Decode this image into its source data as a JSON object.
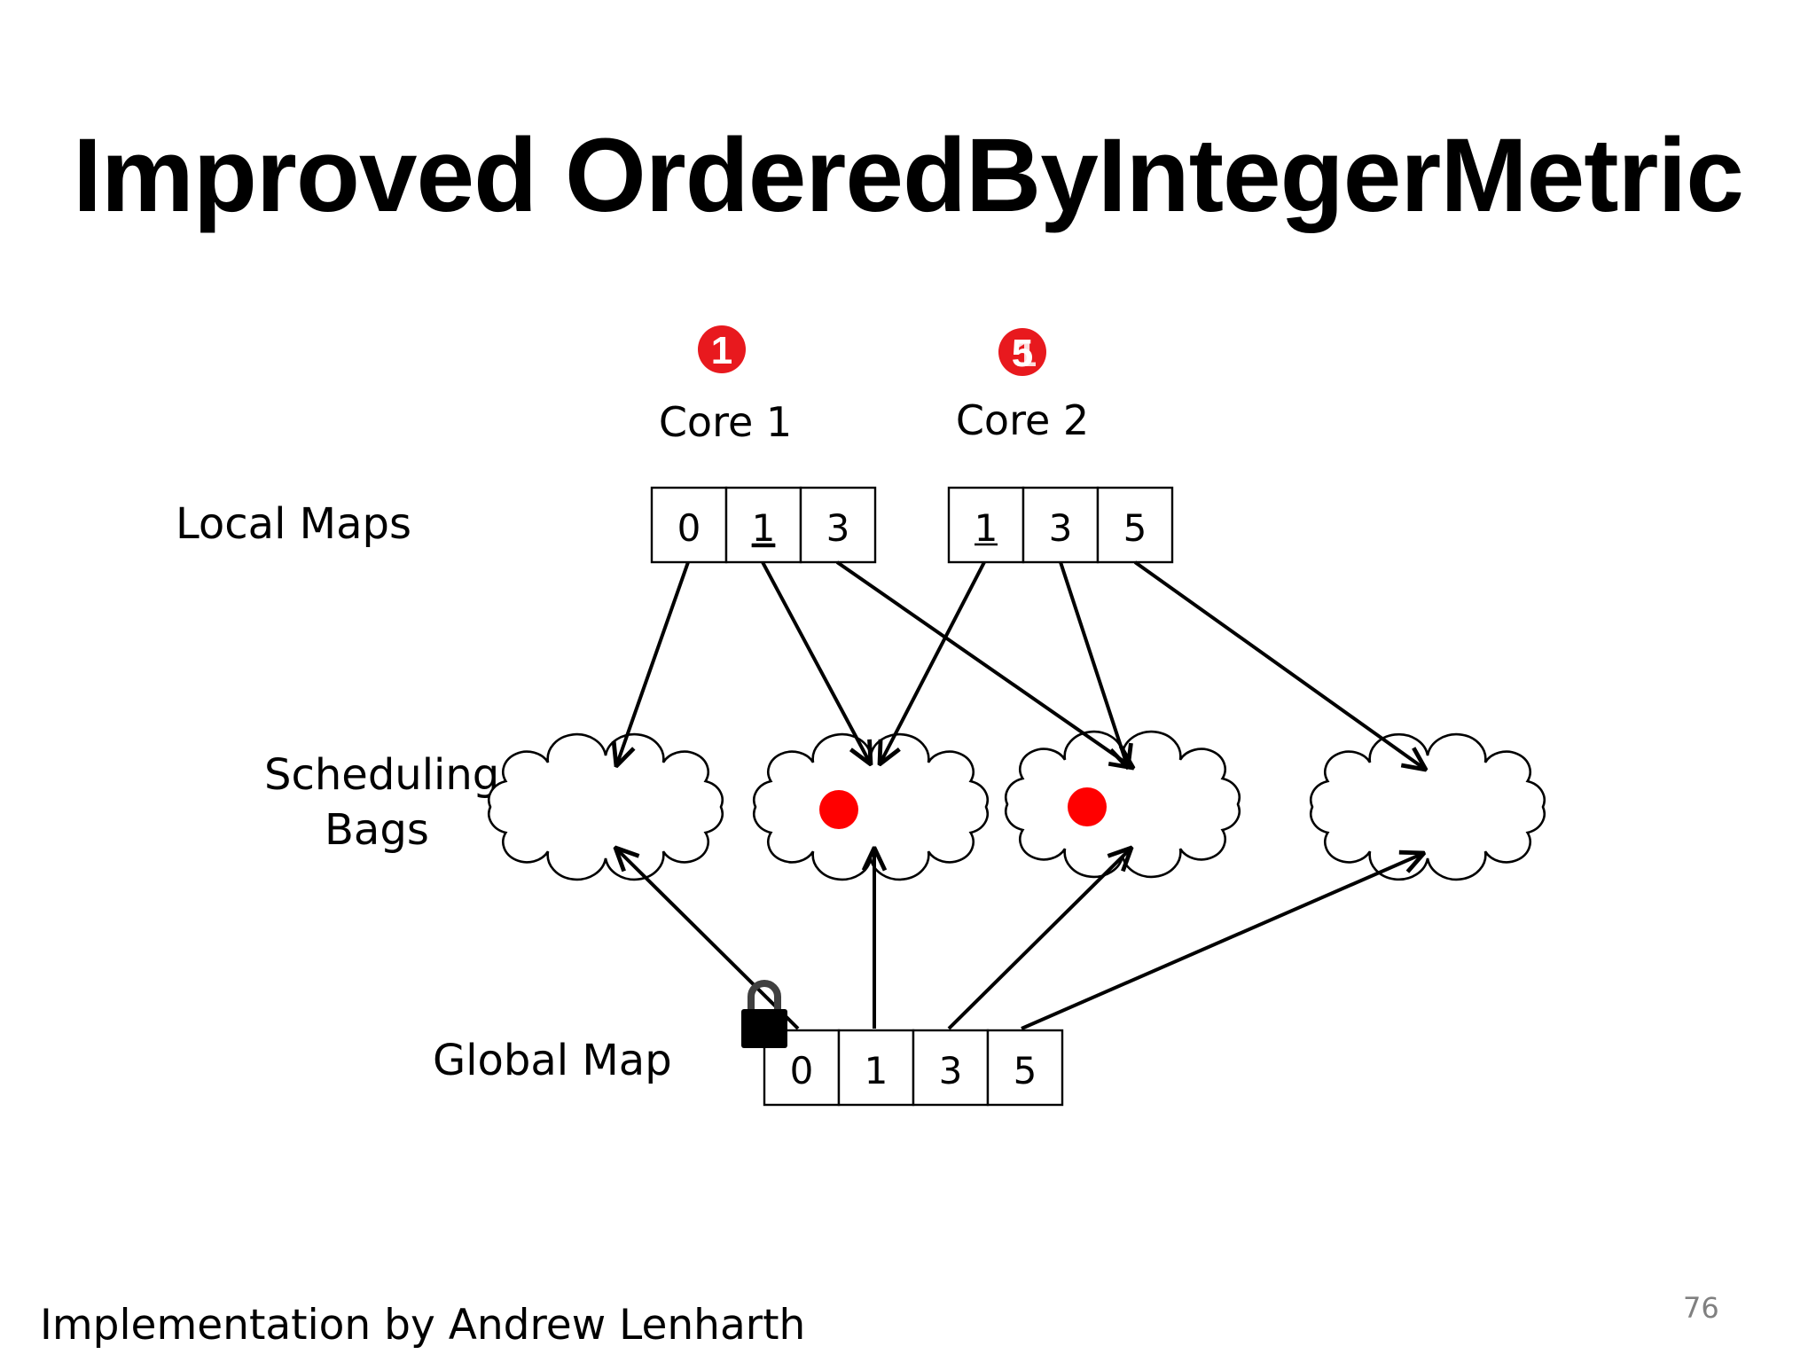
{
  "slide": {
    "title": "Improved OrderedByIntegerMetric",
    "footer": "Implementation by Andrew Lenharth",
    "page_number": "76"
  },
  "labels": {
    "local_maps": "Local Maps",
    "scheduling_bags_line1": "Scheduling",
    "scheduling_bags_line2": "Bags",
    "global_map": "Global Map"
  },
  "cores": [
    {
      "name": "Core 1",
      "badge": "1",
      "local_map": [
        "0",
        "1",
        "3"
      ],
      "underlined": "1"
    },
    {
      "name": "Core 2",
      "badge": "5",
      "badge_overlay": "1",
      "local_map": [
        "1",
        "3",
        "5"
      ],
      "underlined": "1"
    }
  ],
  "global_map": [
    "0",
    "1",
    "3",
    "5"
  ],
  "bags": [
    {
      "id": "bag-0",
      "has_item": false
    },
    {
      "id": "bag-1",
      "has_item": true
    },
    {
      "id": "bag-3",
      "has_item": true
    },
    {
      "id": "bag-5",
      "has_item": false
    }
  ],
  "icons": {
    "lock": "lock-icon",
    "badge_color": "#e8191e",
    "dot_color": "#ff0000"
  }
}
